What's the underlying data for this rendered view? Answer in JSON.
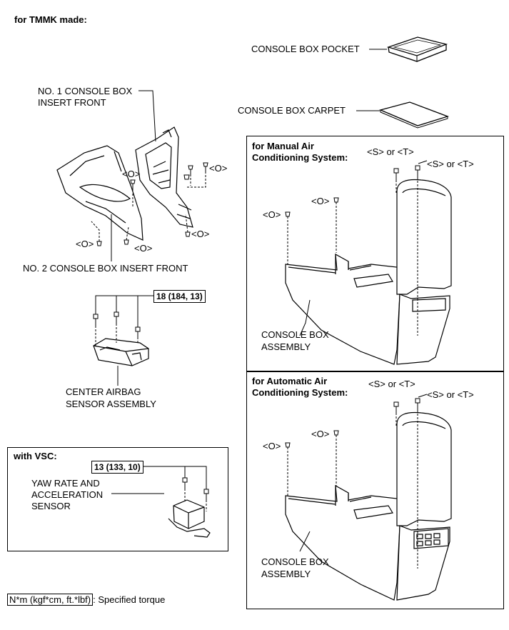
{
  "header": {
    "title": "for TMMK made:"
  },
  "parts": {
    "pocket": "CONSOLE BOX POCKET",
    "carpet": "CONSOLE BOX CARPET",
    "insert1_line1": "NO. 1 CONSOLE BOX",
    "insert1_line2": "INSERT FRONT",
    "insert2": "NO. 2 CONSOLE BOX INSERT FRONT",
    "airbag_line1": "CENTER AIRBAG",
    "airbag_line2": "SENSOR ASSEMBLY",
    "yaw_line1": "YAW RATE AND",
    "yaw_line2": "ACCELERATION",
    "yaw_line3": "SENSOR",
    "console_line1": "CONSOLE BOX",
    "console_line2": "ASSEMBLY"
  },
  "torque": {
    "airbag": "18 (184, 13)",
    "yaw": "13 (133, 10)"
  },
  "clip_labels": {
    "o": "<O>",
    "s_or_t": "<S> or <T>"
  },
  "panels": {
    "vsc_title": "with VSC:",
    "manual_title_line1": "for Manual Air",
    "manual_title_line2": "Conditioning System:",
    "auto_title_line1": "for Automatic Air",
    "auto_title_line2": "Conditioning System:"
  },
  "legend": {
    "unit": "N*m (kgf*cm, ft.*lbf)",
    "desc": ": Specified torque"
  }
}
